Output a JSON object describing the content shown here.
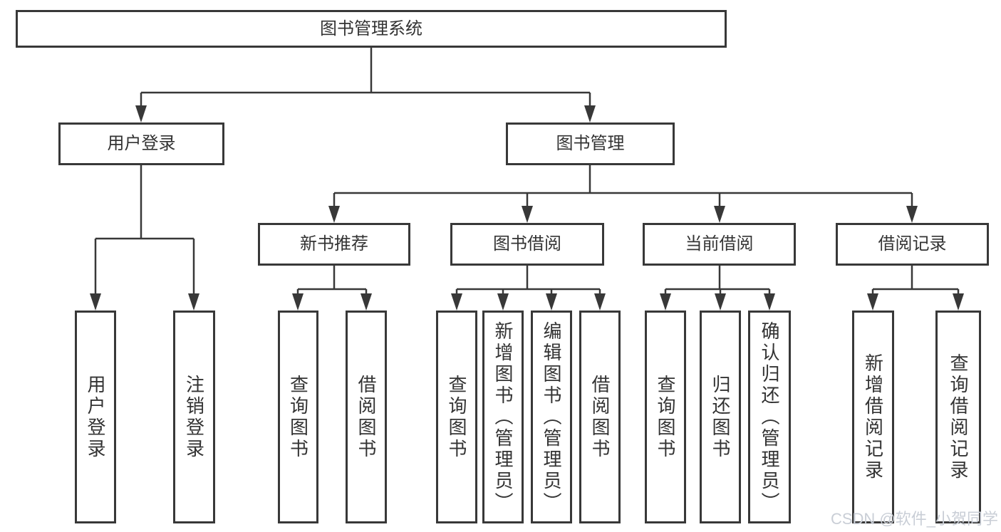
{
  "diagram": {
    "root": {
      "label": "图书管理系统"
    },
    "level2": [
      {
        "label": "用户登录"
      },
      {
        "label": "图书管理"
      }
    ],
    "level3": [
      {
        "label": "新书推荐",
        "parent": "图书管理"
      },
      {
        "label": "图书借阅",
        "parent": "图书管理"
      },
      {
        "label": "当前借阅",
        "parent": "图书管理"
      },
      {
        "label": "借阅记录",
        "parent": "图书管理"
      }
    ],
    "leaves": [
      {
        "label": "用户登录",
        "parent": "用户登录"
      },
      {
        "label": "注销登录",
        "parent": "用户登录"
      },
      {
        "label": "查询图书",
        "parent": "新书推荐"
      },
      {
        "label": "借阅图书",
        "parent": "新书推荐"
      },
      {
        "label": "查询图书",
        "parent": "图书借阅"
      },
      {
        "label": "新增图书（管理员）",
        "parent": "图书借阅"
      },
      {
        "label": "编辑图书（管理员）",
        "parent": "图书借阅"
      },
      {
        "label": "借阅图书",
        "parent": "图书借阅"
      },
      {
        "label": "查询图书",
        "parent": "当前借阅"
      },
      {
        "label": "归还图书",
        "parent": "当前借阅"
      },
      {
        "label": "确认归还（管理员）",
        "parent": "当前借阅"
      },
      {
        "label": "新增借阅记录",
        "parent": "借阅记录"
      },
      {
        "label": "查询借阅记录",
        "parent": "借阅记录"
      }
    ],
    "colors": {
      "line": "#383838",
      "text": "#333333",
      "background": "#ffffff",
      "watermark": "#c9ced6"
    }
  },
  "watermark": {
    "text": "CSDN @软件_小贺同学"
  }
}
